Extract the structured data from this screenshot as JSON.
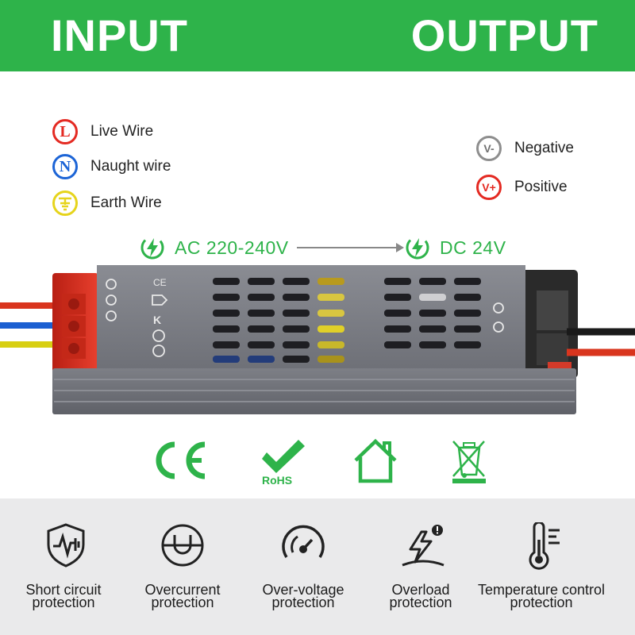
{
  "header": {
    "input_label": "INPUT",
    "output_label": "OUTPUT"
  },
  "input_legend": [
    {
      "symbol": "L",
      "label": "Live Wire",
      "icon": "live-wire-icon"
    },
    {
      "symbol": "N",
      "label": "Naught wire",
      "icon": "neutral-wire-icon"
    },
    {
      "symbol": "⏚",
      "label": "Earth Wire",
      "icon": "earth-wire-icon"
    }
  ],
  "output_legend": [
    {
      "symbol": "V-",
      "label": "Negative",
      "icon": "negative-terminal-icon"
    },
    {
      "symbol": "V+",
      "label": "Positive",
      "icon": "positive-terminal-icon"
    }
  ],
  "voltage": {
    "input": "AC 220-240V",
    "output": "DC 24V"
  },
  "certifications": [
    "CE",
    "RoHS",
    "indoor-use",
    "weee-disposal"
  ],
  "features": [
    {
      "line1": "Short circuit",
      "line2": "protection",
      "icon": "short-circuit-icon"
    },
    {
      "line1": "Overcurrent",
      "line2": "protection",
      "icon": "overcurrent-icon"
    },
    {
      "line1": "Over-voltage",
      "line2": "protection",
      "icon": "over-voltage-icon"
    },
    {
      "line1": "Overload",
      "line2": "protection",
      "icon": "overload-icon"
    },
    {
      "line1": "Temperature control",
      "line2": "protection",
      "icon": "temperature-icon"
    }
  ],
  "colors": {
    "brand_green": "#2eb34a",
    "live_red": "#e42a22",
    "neutral_blue": "#1c64d6",
    "earth_yellow": "#e6d41c",
    "bottom_gray": "#eaeaeb"
  }
}
